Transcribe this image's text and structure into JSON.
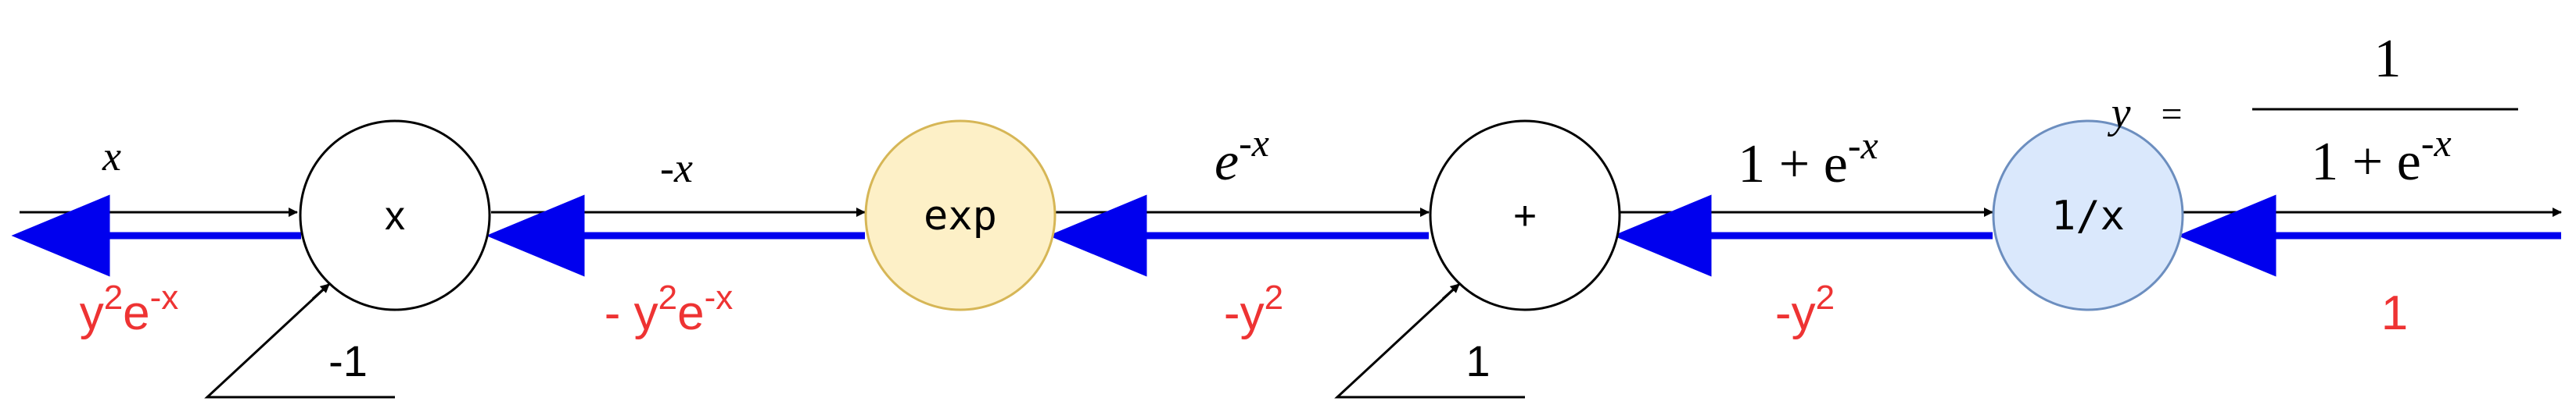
{
  "colors": {
    "forward": "#000000",
    "backward": "#0000ee",
    "gradient_text": "#ee3333",
    "node_exp_fill": "#fdf0c7",
    "node_exp_stroke": "#d6b656",
    "node_recip_fill": "#dae8fc",
    "node_recip_stroke": "#6c8ebf"
  },
  "nodes": {
    "mul": "x",
    "exp": "exp",
    "add": "+",
    "recip": "1/x"
  },
  "constants": {
    "mul_const": "-1",
    "add_const": "1"
  },
  "forward": {
    "input": "x",
    "neg": "-x",
    "exp_base": "e",
    "exp_power": "-x",
    "sum_prefix": "1 + e",
    "sum_power": "-x",
    "output_y": "y",
    "output_eq": "=",
    "output_num": "1",
    "output_den_prefix": "1 + e",
    "output_den_power": "-x"
  },
  "gradients": {
    "g1_y": "y",
    "g1_sq": "2",
    "g1_e": "e",
    "g1_pow": "-x",
    "g2_prefix": "- y",
    "g2_sq": "2",
    "g2_e": "e",
    "g2_pow": "-x",
    "g3_prefix": "-y",
    "g3_sq": "2",
    "g4_prefix": "-y",
    "g4_sq": "2",
    "g5": "1"
  }
}
